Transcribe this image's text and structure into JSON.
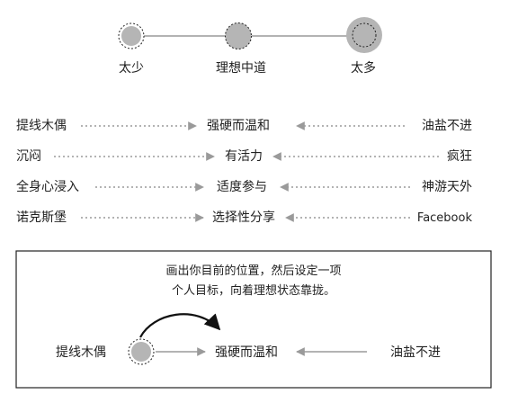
{
  "scale": {
    "items": [
      {
        "label": "太少"
      },
      {
        "label": "理想中道"
      },
      {
        "label": "太多"
      }
    ],
    "colors": {
      "fill": "#b5b5b5",
      "connector": "#9a9a9a"
    }
  },
  "rows": [
    {
      "left": "提线木偶",
      "center": "强硬而温和",
      "right": "油盐不进"
    },
    {
      "left": "沉闷",
      "center": "有活力",
      "right": "疯狂"
    },
    {
      "left": "全身心浸入",
      "center": "适度参与",
      "right": "神游天外"
    },
    {
      "left": "诺克斯堡",
      "center": "选择性分享",
      "right": "Facebook"
    }
  ],
  "exercise": {
    "instruction_line1": "画出你目前的位置，然后设定一项",
    "instruction_line2": "个人目标，向着理想状态靠拢。",
    "left": "提线木偶",
    "center": "强硬而温和",
    "right": "油盐不进"
  }
}
